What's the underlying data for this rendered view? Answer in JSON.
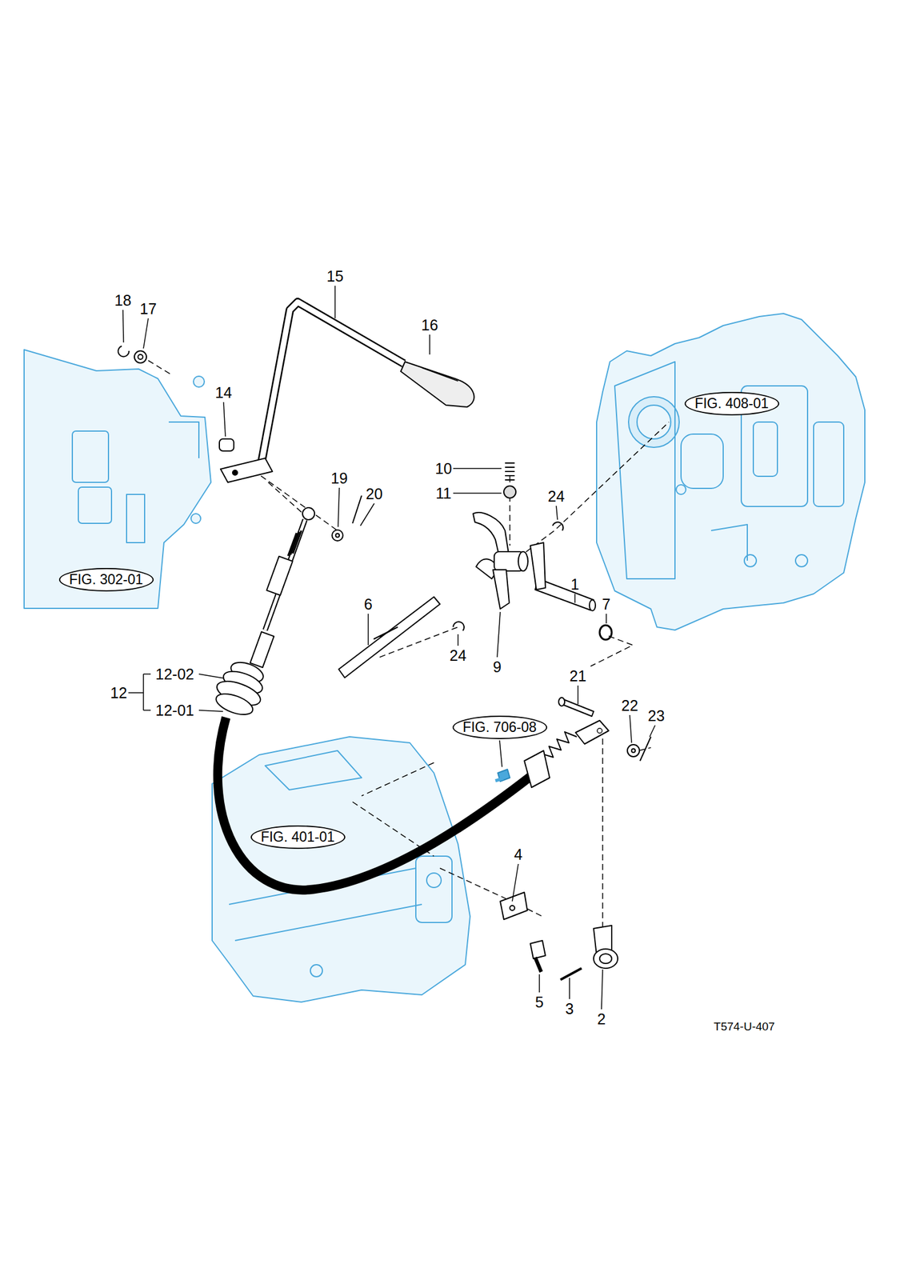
{
  "diagram": {
    "nodes": [
      {
        "text": [
          "FIG. 408-01"
        ]
      },
      {
        "text": [
          "FIG. 302-01"
        ]
      },
      {
        "text": [
          "FIG. 706-08"
        ]
      },
      {
        "text": [
          "FIG. 401-01"
        ]
      }
    ],
    "labels": [
      "15",
      "16",
      "18",
      "17",
      "14",
      "10",
      "11",
      "19",
      "20",
      "24",
      "1",
      "7",
      "6",
      "24",
      "9",
      "12",
      "12-02",
      "12-01",
      "21",
      "22",
      "23",
      "4",
      "5",
      "3",
      "2",
      "T574-U-407"
    ]
  }
}
